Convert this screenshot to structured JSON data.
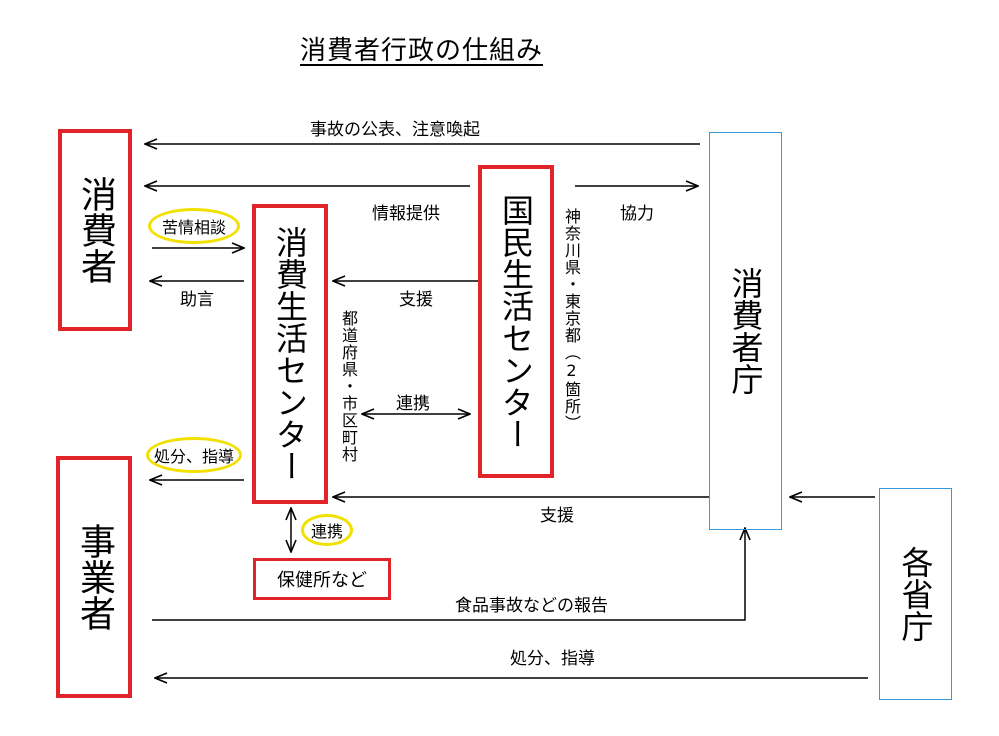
{
  "title": "消費者行政の仕組み",
  "nodes": {
    "consumer": "消費者",
    "business": "事業者",
    "consumer_center": "消費生活センター",
    "national_center": "国民生活センター",
    "consumer_agency": "消費者庁",
    "ministries": "各省庁",
    "health_center": "保健所など"
  },
  "labels": {
    "accident_publish": "事故の公表、注意喚起",
    "info_provide": "情報提供",
    "cooperation": "協力",
    "complaint": "苦情相談",
    "advice": "助言",
    "support_upper": "支援",
    "prefecture": "都道府県・市区町村",
    "kanagawa": "神奈川県・東京都（2箇所）",
    "renkei_mid": "連携",
    "disposal_upper": "処分、指導",
    "support_lower": "支援",
    "renkei_lower": "連携",
    "food_report": "食品事故などの報告",
    "disposal_lower": "処分、指導"
  },
  "colors": {
    "red_border": "#e1242a",
    "blue_border": "#3a9ad9",
    "yellow_highlight": "#f2e000",
    "line": "#000000"
  }
}
